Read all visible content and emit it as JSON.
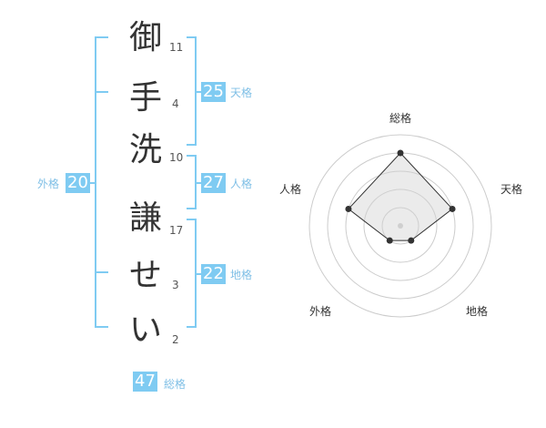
{
  "name": {
    "characters": [
      {
        "char": "御",
        "strokes": "11"
      },
      {
        "char": "手",
        "strokes": "4"
      },
      {
        "char": "洗",
        "strokes": "10"
      },
      {
        "char": "謙",
        "strokes": "17"
      },
      {
        "char": "せ",
        "strokes": "3"
      },
      {
        "char": "い",
        "strokes": "2"
      }
    ]
  },
  "kakusu": {
    "tenkaku": {
      "value": "25",
      "label": "天格"
    },
    "jinkaku": {
      "value": "27",
      "label": "人格"
    },
    "chikaku": {
      "value": "22",
      "label": "地格"
    },
    "gaikaku": {
      "value": "20",
      "label": "外格"
    },
    "soukaku": {
      "value": "47",
      "label": "総格"
    }
  },
  "chart_data": {
    "type": "radar",
    "axes": [
      "総格",
      "天格",
      "地格",
      "外格",
      "人格"
    ],
    "values": [
      4,
      3,
      1,
      1,
      3
    ],
    "range": [
      0,
      5
    ],
    "rings": 5
  },
  "colors": {
    "accent": "#7fcbf2",
    "text": "#333333"
  }
}
